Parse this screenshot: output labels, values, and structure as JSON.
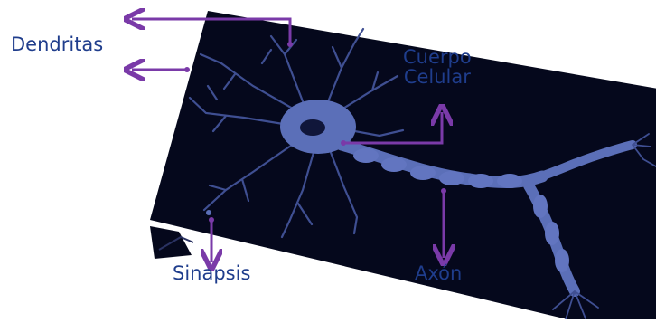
{
  "labels": {
    "dendritas": "Dendritas",
    "cuerpo_line1": "Cuerpo",
    "cuerpo_line2": "Celular",
    "sinapsis": "Sinapsis",
    "axon": "Axón"
  },
  "colors": {
    "background": "#ffffff",
    "panel": "#05081c",
    "neuron": "#5b6fb8",
    "neuron_dark": "#3f4f92",
    "arrow": "#7a3aa8",
    "label_text": "#1f3d8c"
  }
}
